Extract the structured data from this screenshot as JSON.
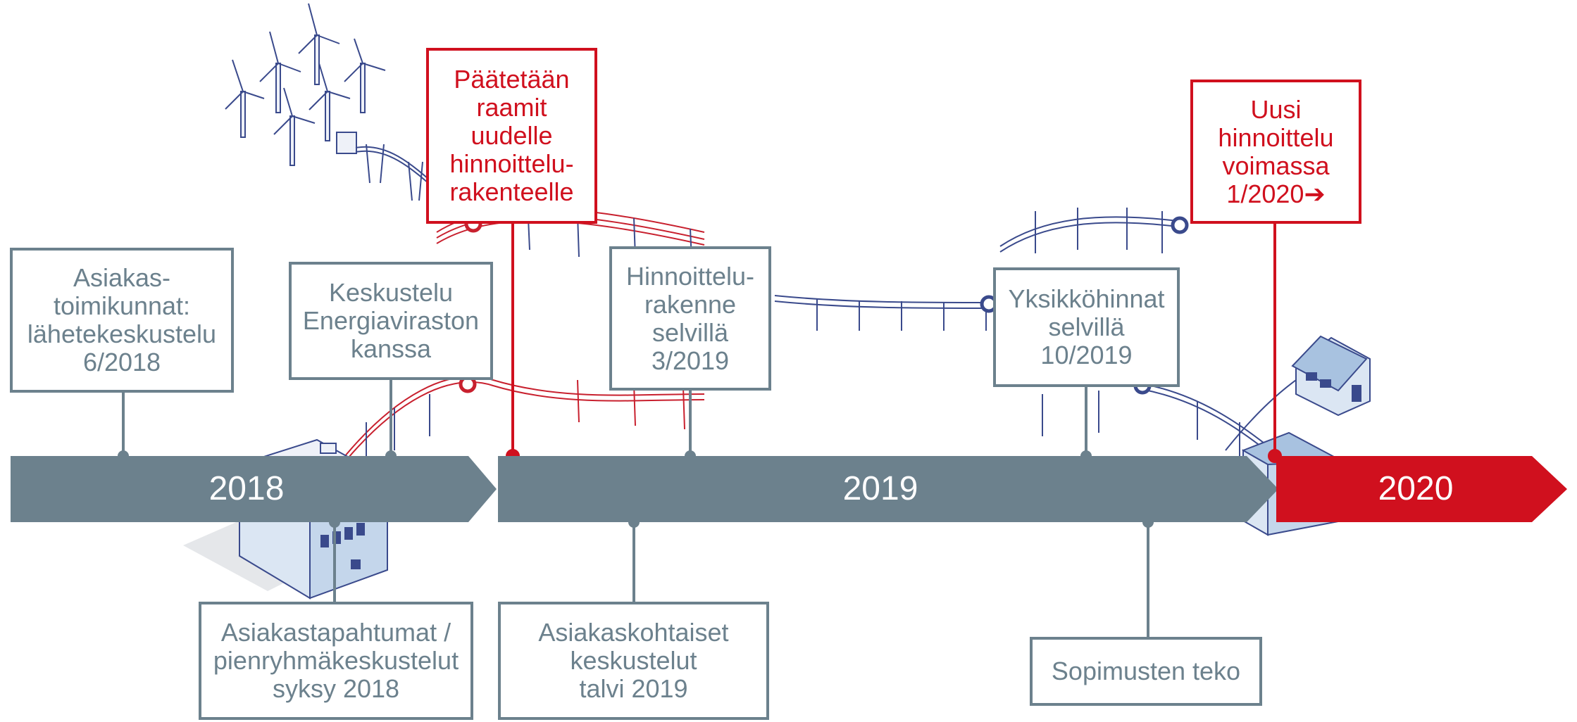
{
  "colors": {
    "gray": "#6c818d",
    "red": "#d0101e",
    "illustration": "#3a4a8c",
    "illustration_red": "#c8202e"
  },
  "timeline": {
    "years": [
      {
        "label": "2018",
        "color": "#6c818d"
      },
      {
        "label": "2019",
        "color": "#6c818d"
      },
      {
        "label": "2020",
        "color": "#d0101e"
      }
    ]
  },
  "milestones": {
    "asiakastoimikunnat": "Asiakas-\ntoimikunnat:\nlähetekeskustelu\n6/2018",
    "keskustelu_energiavirasto": "Keskustelu\nEnergiaviraston\nkanssa",
    "paatetaan_raamit": "Päätetään\nraamit\nuudelle\nhinnoittelu-\nrakenteelle",
    "hinnoittelurakenne": "Hinnoittelu-\nrakenne\nselvillä\n3/2019",
    "yksikkohinnat": "Yksikköhinnat\nselvillä\n10/2019",
    "uusi_hinnoittelu": "Uusi\nhinnoittelu\nvoimassa\n1/2020➔",
    "asiakastapahtumat": "Asiakastapahtumat /\npienryhmäkeskustelut\nsyksy 2018",
    "asiakaskohtaiset": "Asiakaskohtaiset\nkeskustelut\ntalvi 2019",
    "sopimusten_teko": "Sopimusten teko"
  },
  "illustrations": [
    "wind-turbine-icon",
    "power-line-icon",
    "factory-building-icon",
    "house-icon"
  ]
}
